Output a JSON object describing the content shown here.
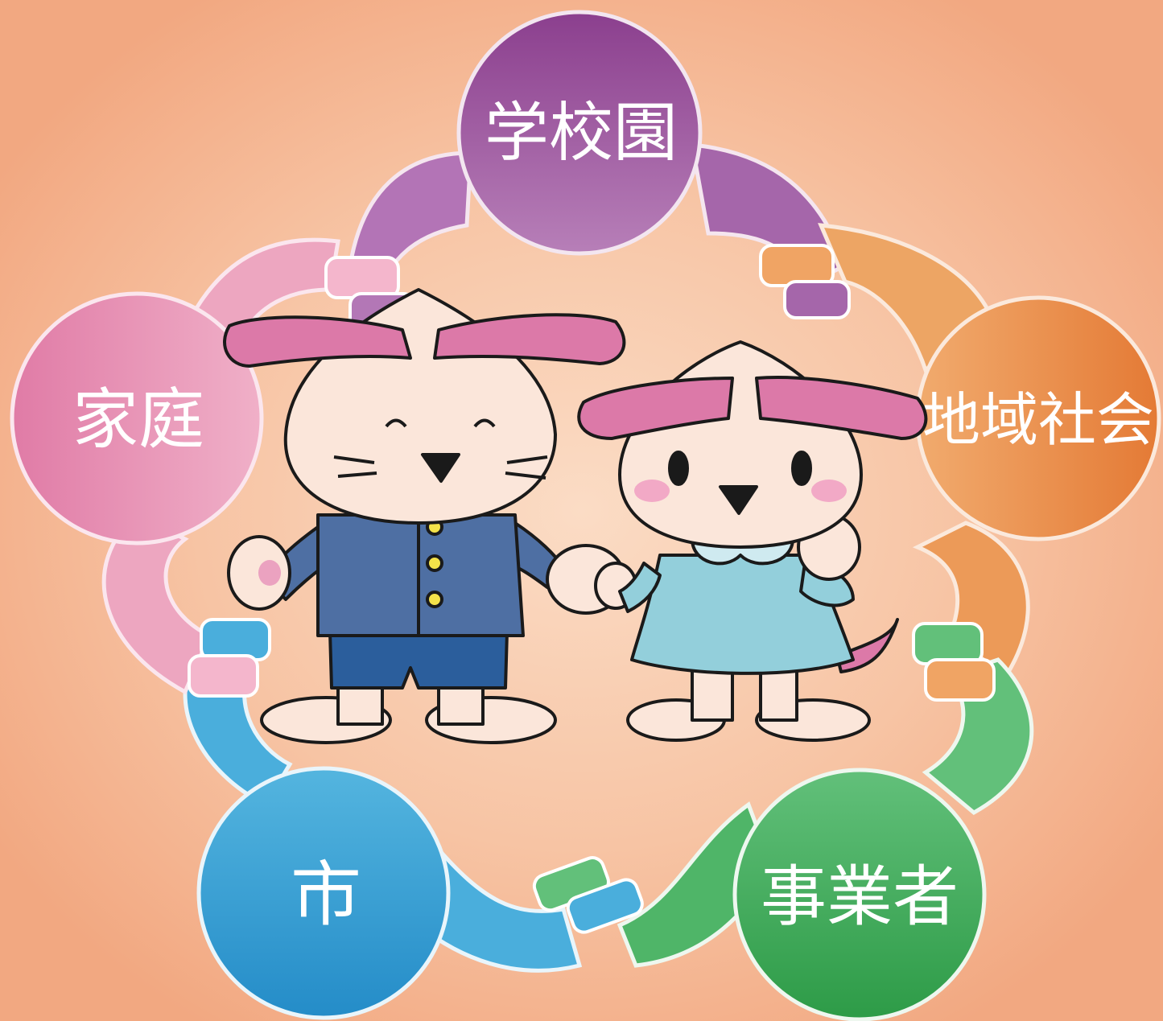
{
  "colors": {
    "background_center": "#f9d3b8",
    "background_edge": "#f2a881",
    "school": "#8c4a93",
    "community": "#e5803a",
    "business": "#3fa656",
    "city": "#3a9fd4",
    "family": "#e07ba6",
    "boy_uniform": "#4e6fa3",
    "boy_shorts": "#2b5e9c",
    "girl_dress": "#93cfdb",
    "ear_pink": "#dc79a8",
    "skin": "#fbe6da"
  },
  "groups": {
    "school": {
      "label": "学校園",
      "icon": "school-circle"
    },
    "community": {
      "label": "地域社会",
      "icon": "community-circle"
    },
    "business": {
      "label": "事業者",
      "icon": "business-circle"
    },
    "city": {
      "label": "市",
      "icon": "city-circle"
    },
    "family": {
      "label": "家庭",
      "icon": "family-circle"
    }
  },
  "mascots": [
    {
      "icon": "boy-mascot-icon"
    },
    {
      "icon": "girl-mascot-icon"
    }
  ]
}
